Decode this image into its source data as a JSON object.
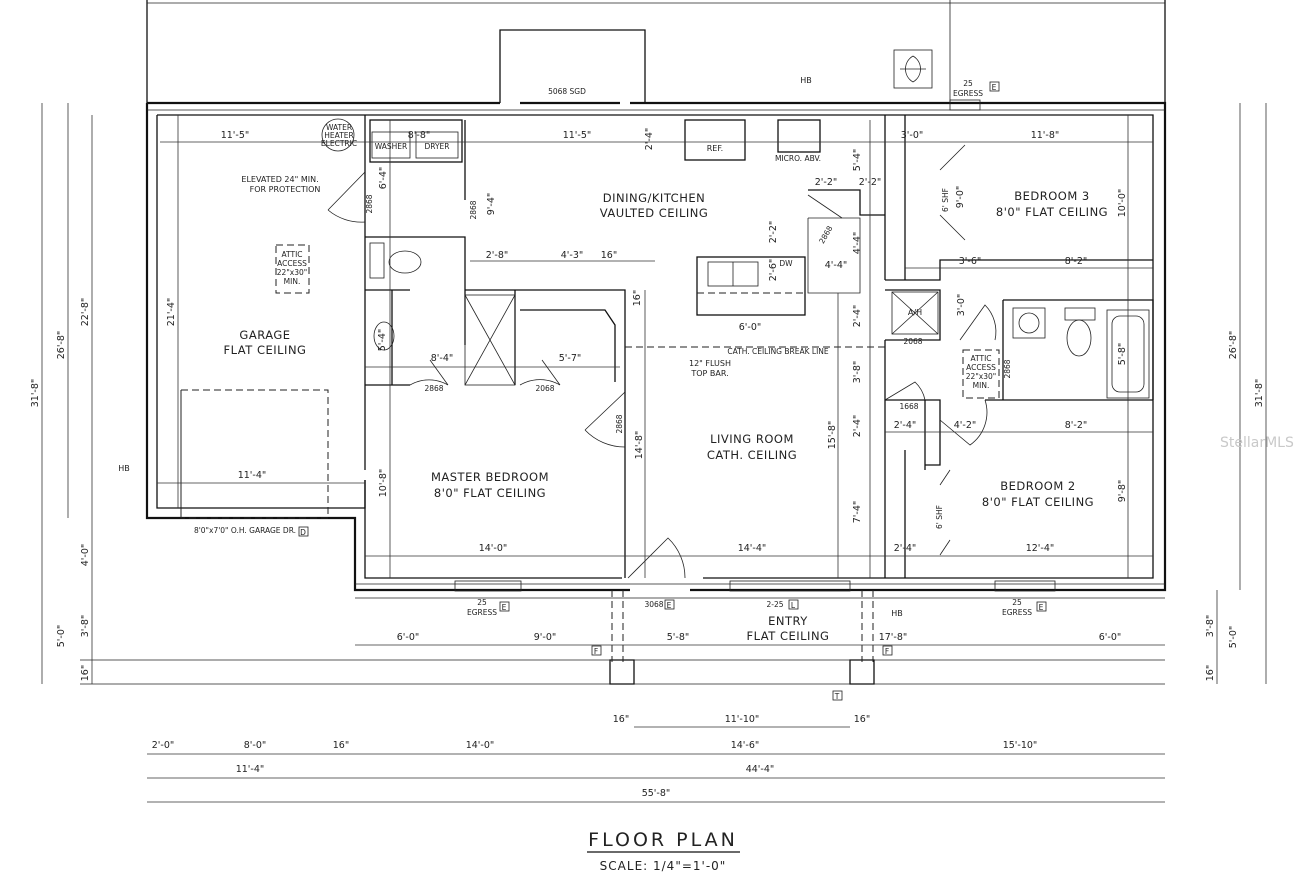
{
  "rooms": {
    "garage": [
      "GARAGE",
      "FLAT CEILING"
    ],
    "dining": [
      "DINING/KITCHEN",
      "VAULTED CEILING"
    ],
    "bedroom3": [
      "BEDROOM 3",
      "8'0\" FLAT CEILING"
    ],
    "master": [
      "MASTER BEDROOM",
      "8'0\" FLAT CEILING"
    ],
    "living": [
      "LIVING ROOM",
      "CATH. CEILING"
    ],
    "bedroom2": [
      "BEDROOM 2",
      "8'0\" FLAT CEILING"
    ],
    "entry": [
      "ENTRY",
      "FLAT CEILING"
    ]
  },
  "notes": {
    "water_heater": [
      "WATER",
      "HEATER",
      "ELECTRIC"
    ],
    "elevated": [
      "ELEVATED 24\" MIN.",
      "FOR PROTECTION"
    ],
    "attic_garage": [
      "ATTIC",
      "ACCESS",
      "22\"x30\"",
      "MIN."
    ],
    "attic_hall": [
      "ATTIC",
      "ACCESS",
      "22\"x30\"",
      "MIN."
    ],
    "flush_bar": [
      "12\" FLUSH",
      "TOP BAR."
    ],
    "cath_line": "CATH. CEILING BREAK LINE",
    "garage_door": "8'0\"x7'0\" O.H. GARAGE DR.",
    "washer": "WASHER",
    "dryer": "DRYER",
    "ref": "REF.",
    "micro": "MICRO. ABV.",
    "dw": "DW",
    "ah": "A/H",
    "hb": "HB",
    "shelf": "6' SHF",
    "egress": "EGRESS",
    "win_top": "5068 SGD",
    "win_25": "25",
    "door_3068": "3068",
    "win_225": "2-25",
    "door_2868": "2868",
    "door_2068": "2068",
    "door_1668": "1668",
    "code_e": "E",
    "code_l": "L",
    "code_f": "F",
    "code_t": "T",
    "code_d": "D"
  },
  "dims": {
    "g_11_5": "11'-5\"",
    "dk_11_5": "11'-5\"",
    "b3_11_8": "11'-8\"",
    "d_3_0": "3'-0\"",
    "d_8_8": "8'-8\"",
    "d_2_4": "2'-4\"",
    "d_6_4": "6'-4\"",
    "d_9_4": "9'-4\"",
    "d_2_8": "2'-8\"",
    "d_4_3": "4'-3\"",
    "d_16a": "16\"",
    "d_16b": "16\"",
    "d_2_2": "2'-2\"",
    "d_5_4": "5'-4\"",
    "d_2_2b": "2'-2\"",
    "d_4_4": "4'-4\"",
    "d_4_4b": "4'-4\"",
    "d_2_6": "2'-6\"",
    "d_6_0": "6'-0\"",
    "d_21_4": "21'-4\"",
    "d_8_4": "8'-4\"",
    "d_5_7": "5'-7\"",
    "d_5_4v": "5'-4\"",
    "d_9_0": "9'-0\"",
    "d_10_0": "10'-0\"",
    "d_3_6": "3'-6\"",
    "d_8_2a": "8'-2\"",
    "d_3_0v": "3'-0\"",
    "d_5_8": "5'-8\"",
    "d_2_4c": "2'-4\"",
    "d_3_8": "3'-8\"",
    "d_2_4d": "2'-4\"",
    "d_4_2": "4'-2\"",
    "d_8_2b": "8'-2\"",
    "d_2_4e": "2'-4\"",
    "d_15_8": "15'-8\"",
    "d_14_8": "14'-8\"",
    "d_7_4": "7'-4\"",
    "d_9_8": "9'-8\"",
    "d_10_8": "10'-8\"",
    "d_11_4": "11'-4\"",
    "d_14_0": "14'-0\"",
    "d_14_4": "14'-4\"",
    "d_2_4f": "2'-4\"",
    "d_12_4": "12'-4\"",
    "p_6_0": "6'-0\"",
    "p_9_0": "9'-0\"",
    "p_5_8": "5'-8\"",
    "p_17_8": "17'-8\"",
    "p_6_0b": "6'-0\"",
    "p_16a": "16\"",
    "p_11_10": "11'-10\"",
    "p_16b": "16\"",
    "b_2_0": "2'-0\"",
    "b_8_0": "8'-0\"",
    "b_16": "16\"",
    "b_14_0": "14'-0\"",
    "b_14_6": "14'-6\"",
    "b_15_10": "15'-10\"",
    "b_11_4": "11'-4\"",
    "b_44_4": "44'-4\"",
    "b_55_8": "55'-8\"",
    "l_31_8": "31'-8\"",
    "l_26_8": "26'-8\"",
    "l_22_8": "22'-8\"",
    "l_4_0": "4'-0\"",
    "l_5_0": "5'-0\"",
    "l_3_8": "3'-8\"",
    "l_16": "16\"",
    "r_31_8": "31'-8\"",
    "r_26_8": "26'-8\"",
    "r_5_0": "5'-0\"",
    "r_3_8": "3'-8\"",
    "r_16": "16\""
  },
  "title": "FLOOR PLAN",
  "scale": "SCALE: 1/4\"=1'-0\"",
  "watermark": "StellarMLS"
}
